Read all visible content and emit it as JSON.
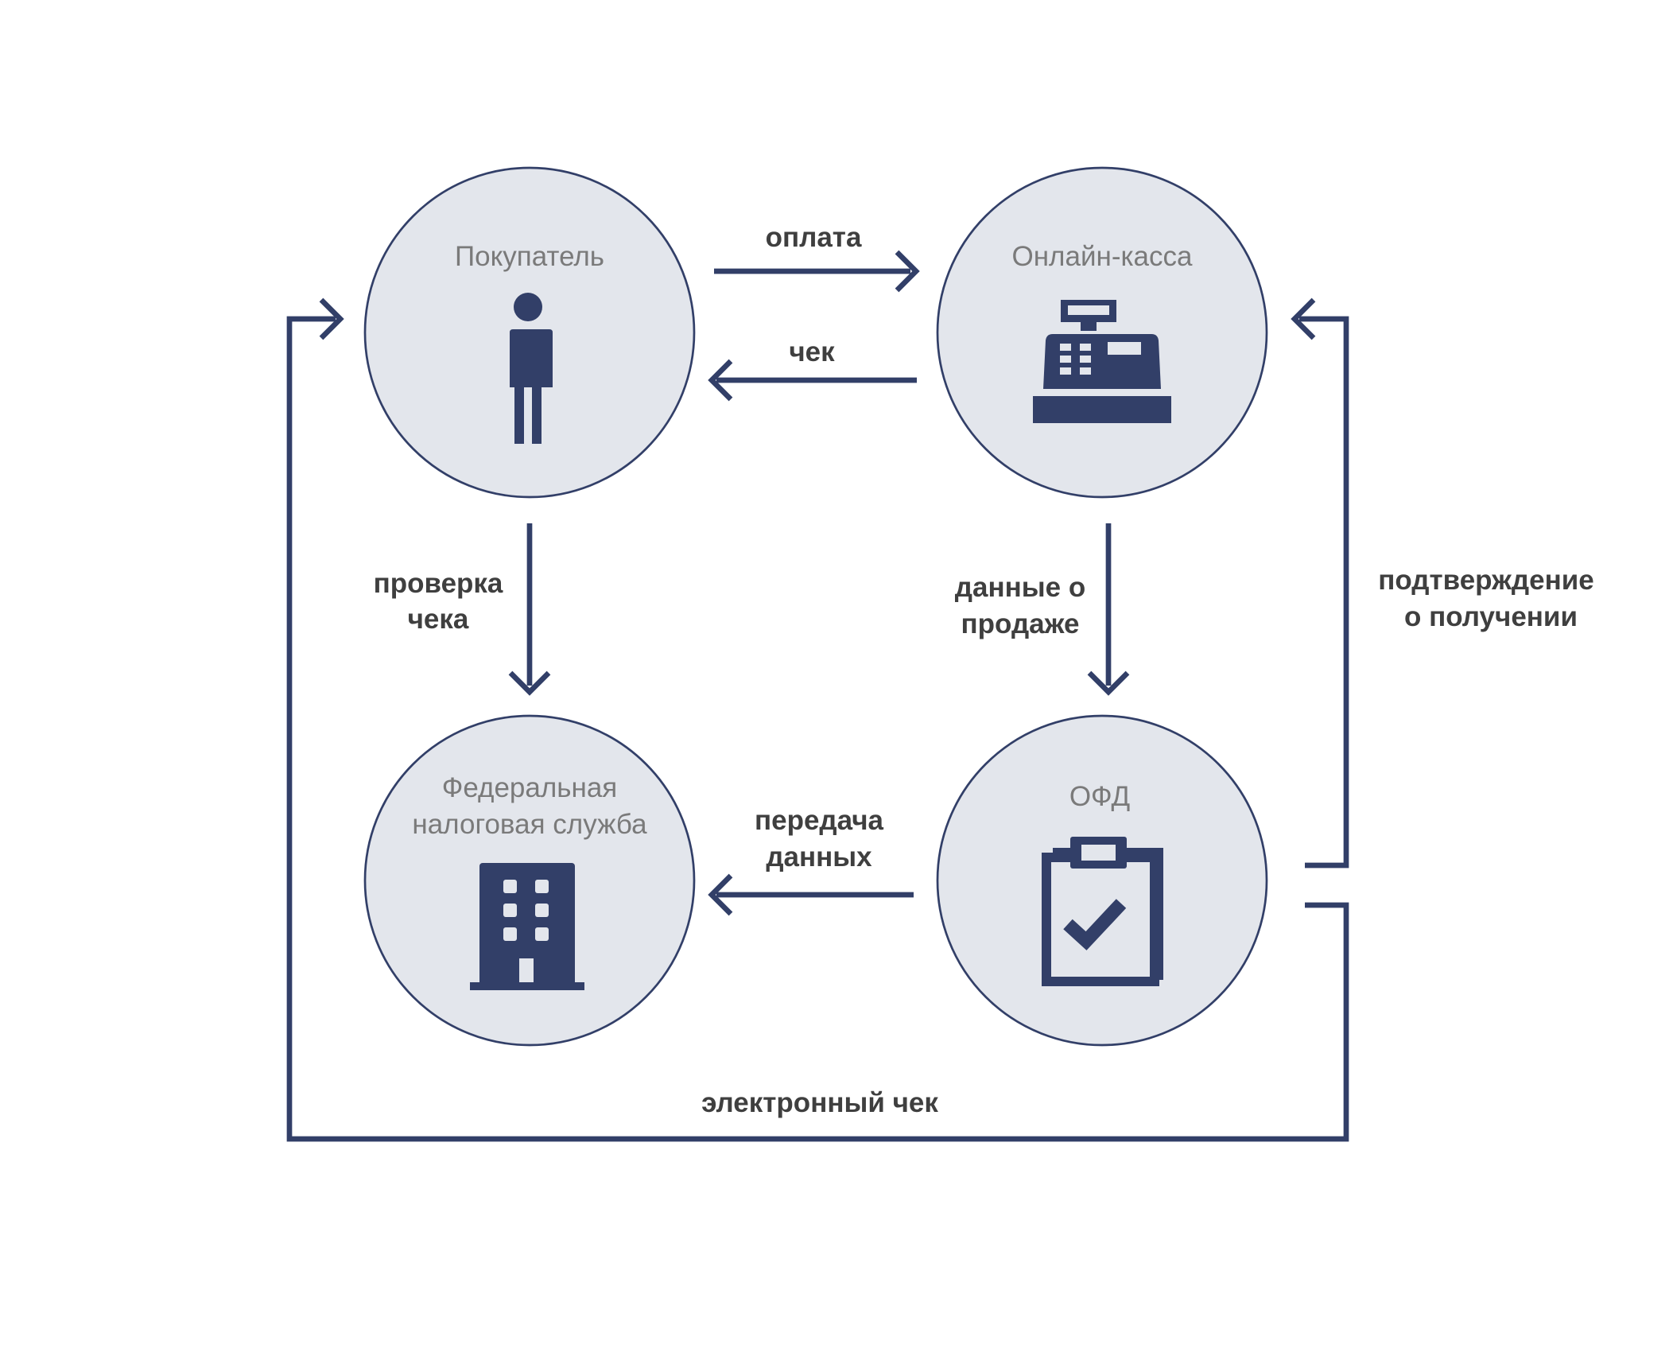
{
  "nodes": {
    "buyer": {
      "label": "Покупатель",
      "icon": "person-icon"
    },
    "cash_register": {
      "label": "Онлайн-касса",
      "icon": "cash-register-icon"
    },
    "tax_service": {
      "label_line1": "Федеральная",
      "label_line2": "налоговая служба",
      "icon": "building-icon"
    },
    "ofd": {
      "label": "ОФД",
      "icon": "clipboard-check-icon"
    }
  },
  "edges": {
    "payment": {
      "label": "оплата"
    },
    "receipt": {
      "label": "чек"
    },
    "receipt_check": {
      "label_line1": "проверка",
      "label_line2": "чека"
    },
    "sale_data": {
      "label_line1": "данные о",
      "label_line2": "продаже"
    },
    "data_transfer": {
      "label_line1": "передача",
      "label_line2": "данных"
    },
    "receipt_confirmation": {
      "label_line1": "подтверждение",
      "label_line2": "о получении"
    },
    "electronic_receipt": {
      "label": "электронный чек"
    }
  },
  "colors": {
    "accent": "#323f68",
    "node_fill": "#e3e6ec",
    "node_label": "#7a7a7a",
    "edge_label": "#3f3f3f"
  }
}
